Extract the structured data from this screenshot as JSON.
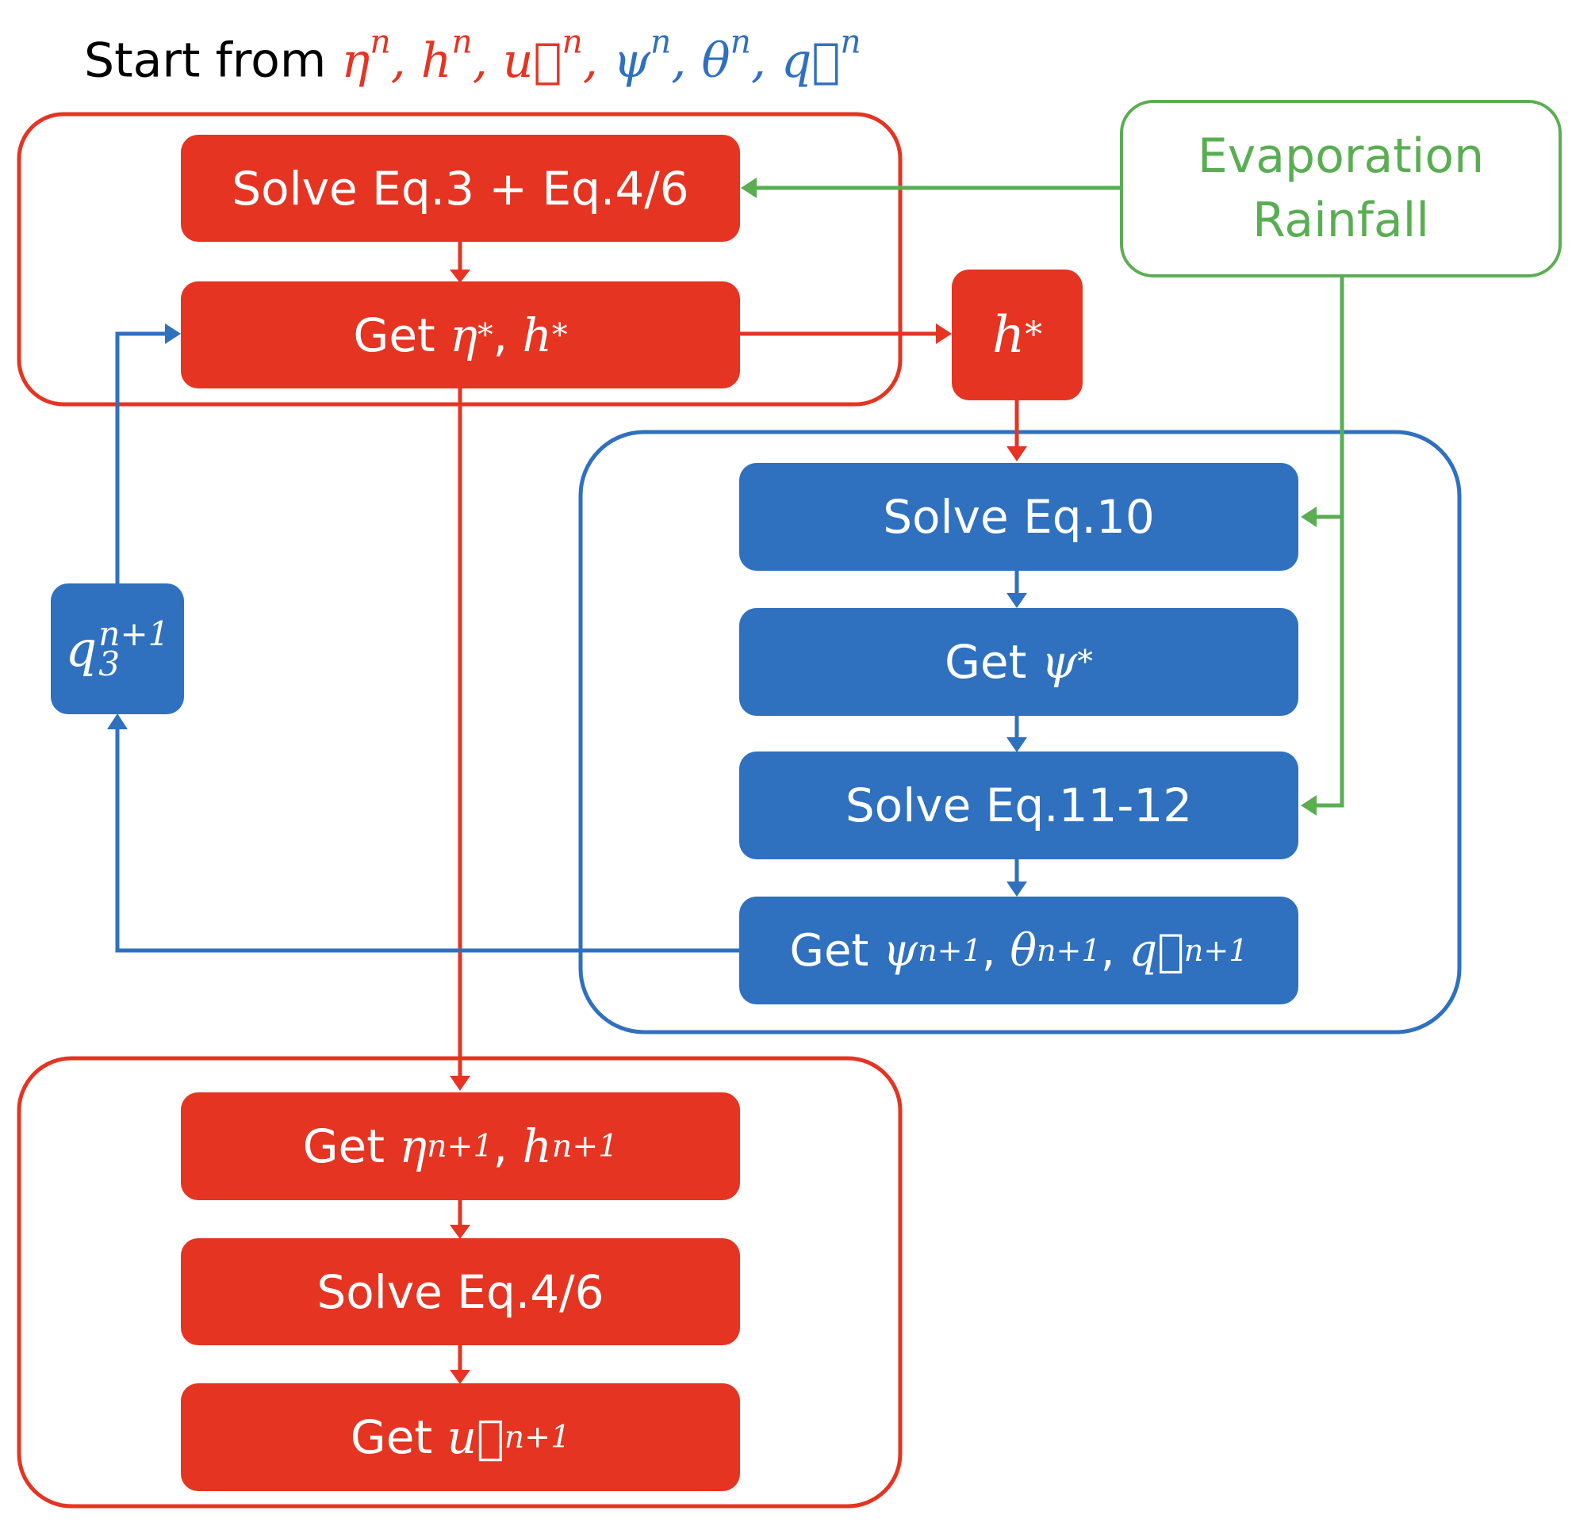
{
  "title": {
    "prefix": "Start from",
    "vars": [
      {
        "sym": "η",
        "sup": "n",
        "vec": false,
        "color": "#E53422"
      },
      {
        "sym": "h",
        "sup": "n",
        "vec": false,
        "color": "#E53422"
      },
      {
        "sym": "u⃗",
        "sup": "n",
        "vec": true,
        "color": "#E53422"
      },
      {
        "sym": "ψ",
        "sup": "n",
        "vec": false,
        "color": "#2F70BF"
      },
      {
        "sym": "θ",
        "sup": "n",
        "vec": false,
        "color": "#2F70BF"
      },
      {
        "sym": "q⃗",
        "sup": "n",
        "vec": true,
        "color": "#2F70BF"
      }
    ]
  },
  "colors": {
    "red": "#E53422",
    "blue": "#2F70BF",
    "green": "#5AAE52"
  },
  "nodes": {
    "solve_eq3": {
      "text": "Solve Eq.3 + Eq.4/6"
    },
    "get_eta_h_star": {
      "word": "Get",
      "v1": "η",
      "v1sup": "*",
      "sep": ",",
      "v2": "h",
      "v2sup": "*"
    },
    "h_star": {
      "v": "h",
      "sup": "*"
    },
    "evaporation": {
      "line1": "Evaporation",
      "line2": "Rainfall"
    },
    "solve_eq10": {
      "text": "Solve Eq.10"
    },
    "get_psi_star": {
      "word": "Get",
      "v": "ψ",
      "sup": "*"
    },
    "solve_eq11": {
      "text": "Solve Eq.11-12"
    },
    "get_psi_n1": {
      "word": "Get",
      "v1": "ψ",
      "s1": "n+1",
      "v2": "θ",
      "s2": "n+1",
      "v3": "q⃗",
      "s3": "n+1"
    },
    "q3": {
      "v": "q",
      "sup": "n+1",
      "sub": "3"
    },
    "get_eta_n1": {
      "word": "Get",
      "v1": "η",
      "s1": "n+1",
      "v2": "h",
      "s2": "n+1"
    },
    "solve_eq46": {
      "text": "Solve Eq.4/6"
    },
    "get_u_n1": {
      "word": "Get",
      "v": "u⃗",
      "sup": "n+1"
    }
  }
}
